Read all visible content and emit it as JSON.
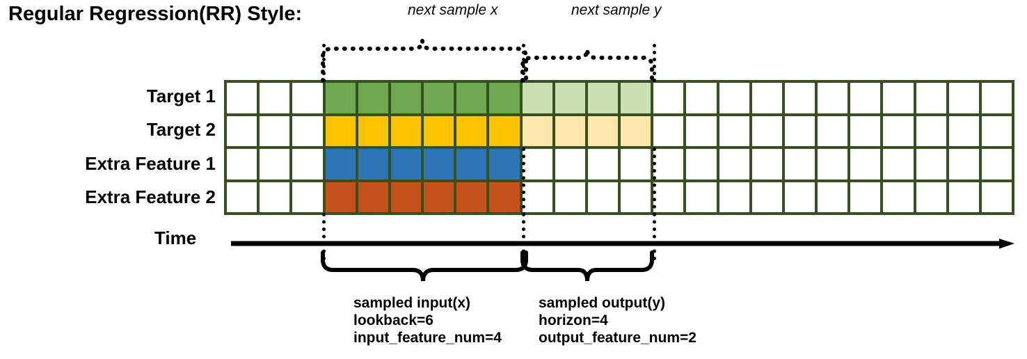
{
  "title": "Regular Regression(RR) Style:",
  "rows": [
    {
      "label": "Target 1",
      "fill": "c-green",
      "light": "c-greenlight",
      "has_output": true
    },
    {
      "label": "Target 2",
      "fill": "c-yellow",
      "light": "c-yellowlight",
      "has_output": true
    },
    {
      "label": "Extra Feature 1",
      "fill": "c-blue",
      "light": "",
      "has_output": false
    },
    {
      "label": "Extra Feature 2",
      "fill": "c-orange",
      "light": "",
      "has_output": false
    }
  ],
  "grid": {
    "total_columns": 24,
    "lead_blank_columns": 3,
    "input_columns": 6,
    "output_columns": 4,
    "border_color": "#36501f"
  },
  "axis": {
    "time_label": "Time",
    "arrow_icon": "right-arrow-icon"
  },
  "top_annotations": [
    {
      "text": "next sample x"
    },
    {
      "text": "next sample y"
    }
  ],
  "bottom_annotations": [
    {
      "line1": "sampled input(x)",
      "line2": "lookback=6",
      "line3": "input_feature_num=4"
    },
    {
      "line1": "sampled output(y)",
      "line2": "horizon=4",
      "line3": "output_feature_num=2"
    }
  ],
  "colors": {
    "grid_border": "#36501f",
    "target1": "#6fa84f",
    "target1_light": "#c9e0b4",
    "target2": "#fdc300",
    "target2_light": "#fde6ac",
    "extra_feature1": "#2e75b6",
    "extra_feature2": "#c5521a"
  }
}
